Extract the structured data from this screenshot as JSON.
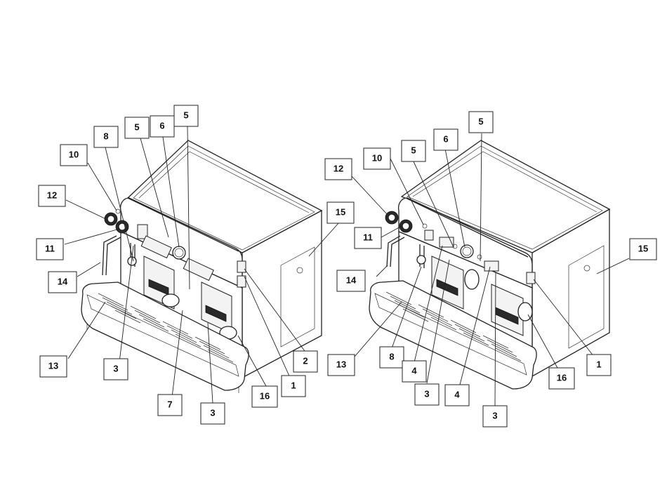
{
  "figure": {
    "left_machine": {
      "callouts": [
        "10",
        "12",
        "11",
        "14",
        "13",
        "8",
        "5",
        "6",
        "5",
        "3",
        "7",
        "3",
        "16",
        "1",
        "2",
        "15"
      ]
    },
    "right_machine": {
      "callouts": [
        "12",
        "10",
        "11",
        "14",
        "13",
        "8",
        "4",
        "3",
        "5",
        "6",
        "5",
        "4",
        "3",
        "16",
        "1",
        "15"
      ]
    }
  }
}
